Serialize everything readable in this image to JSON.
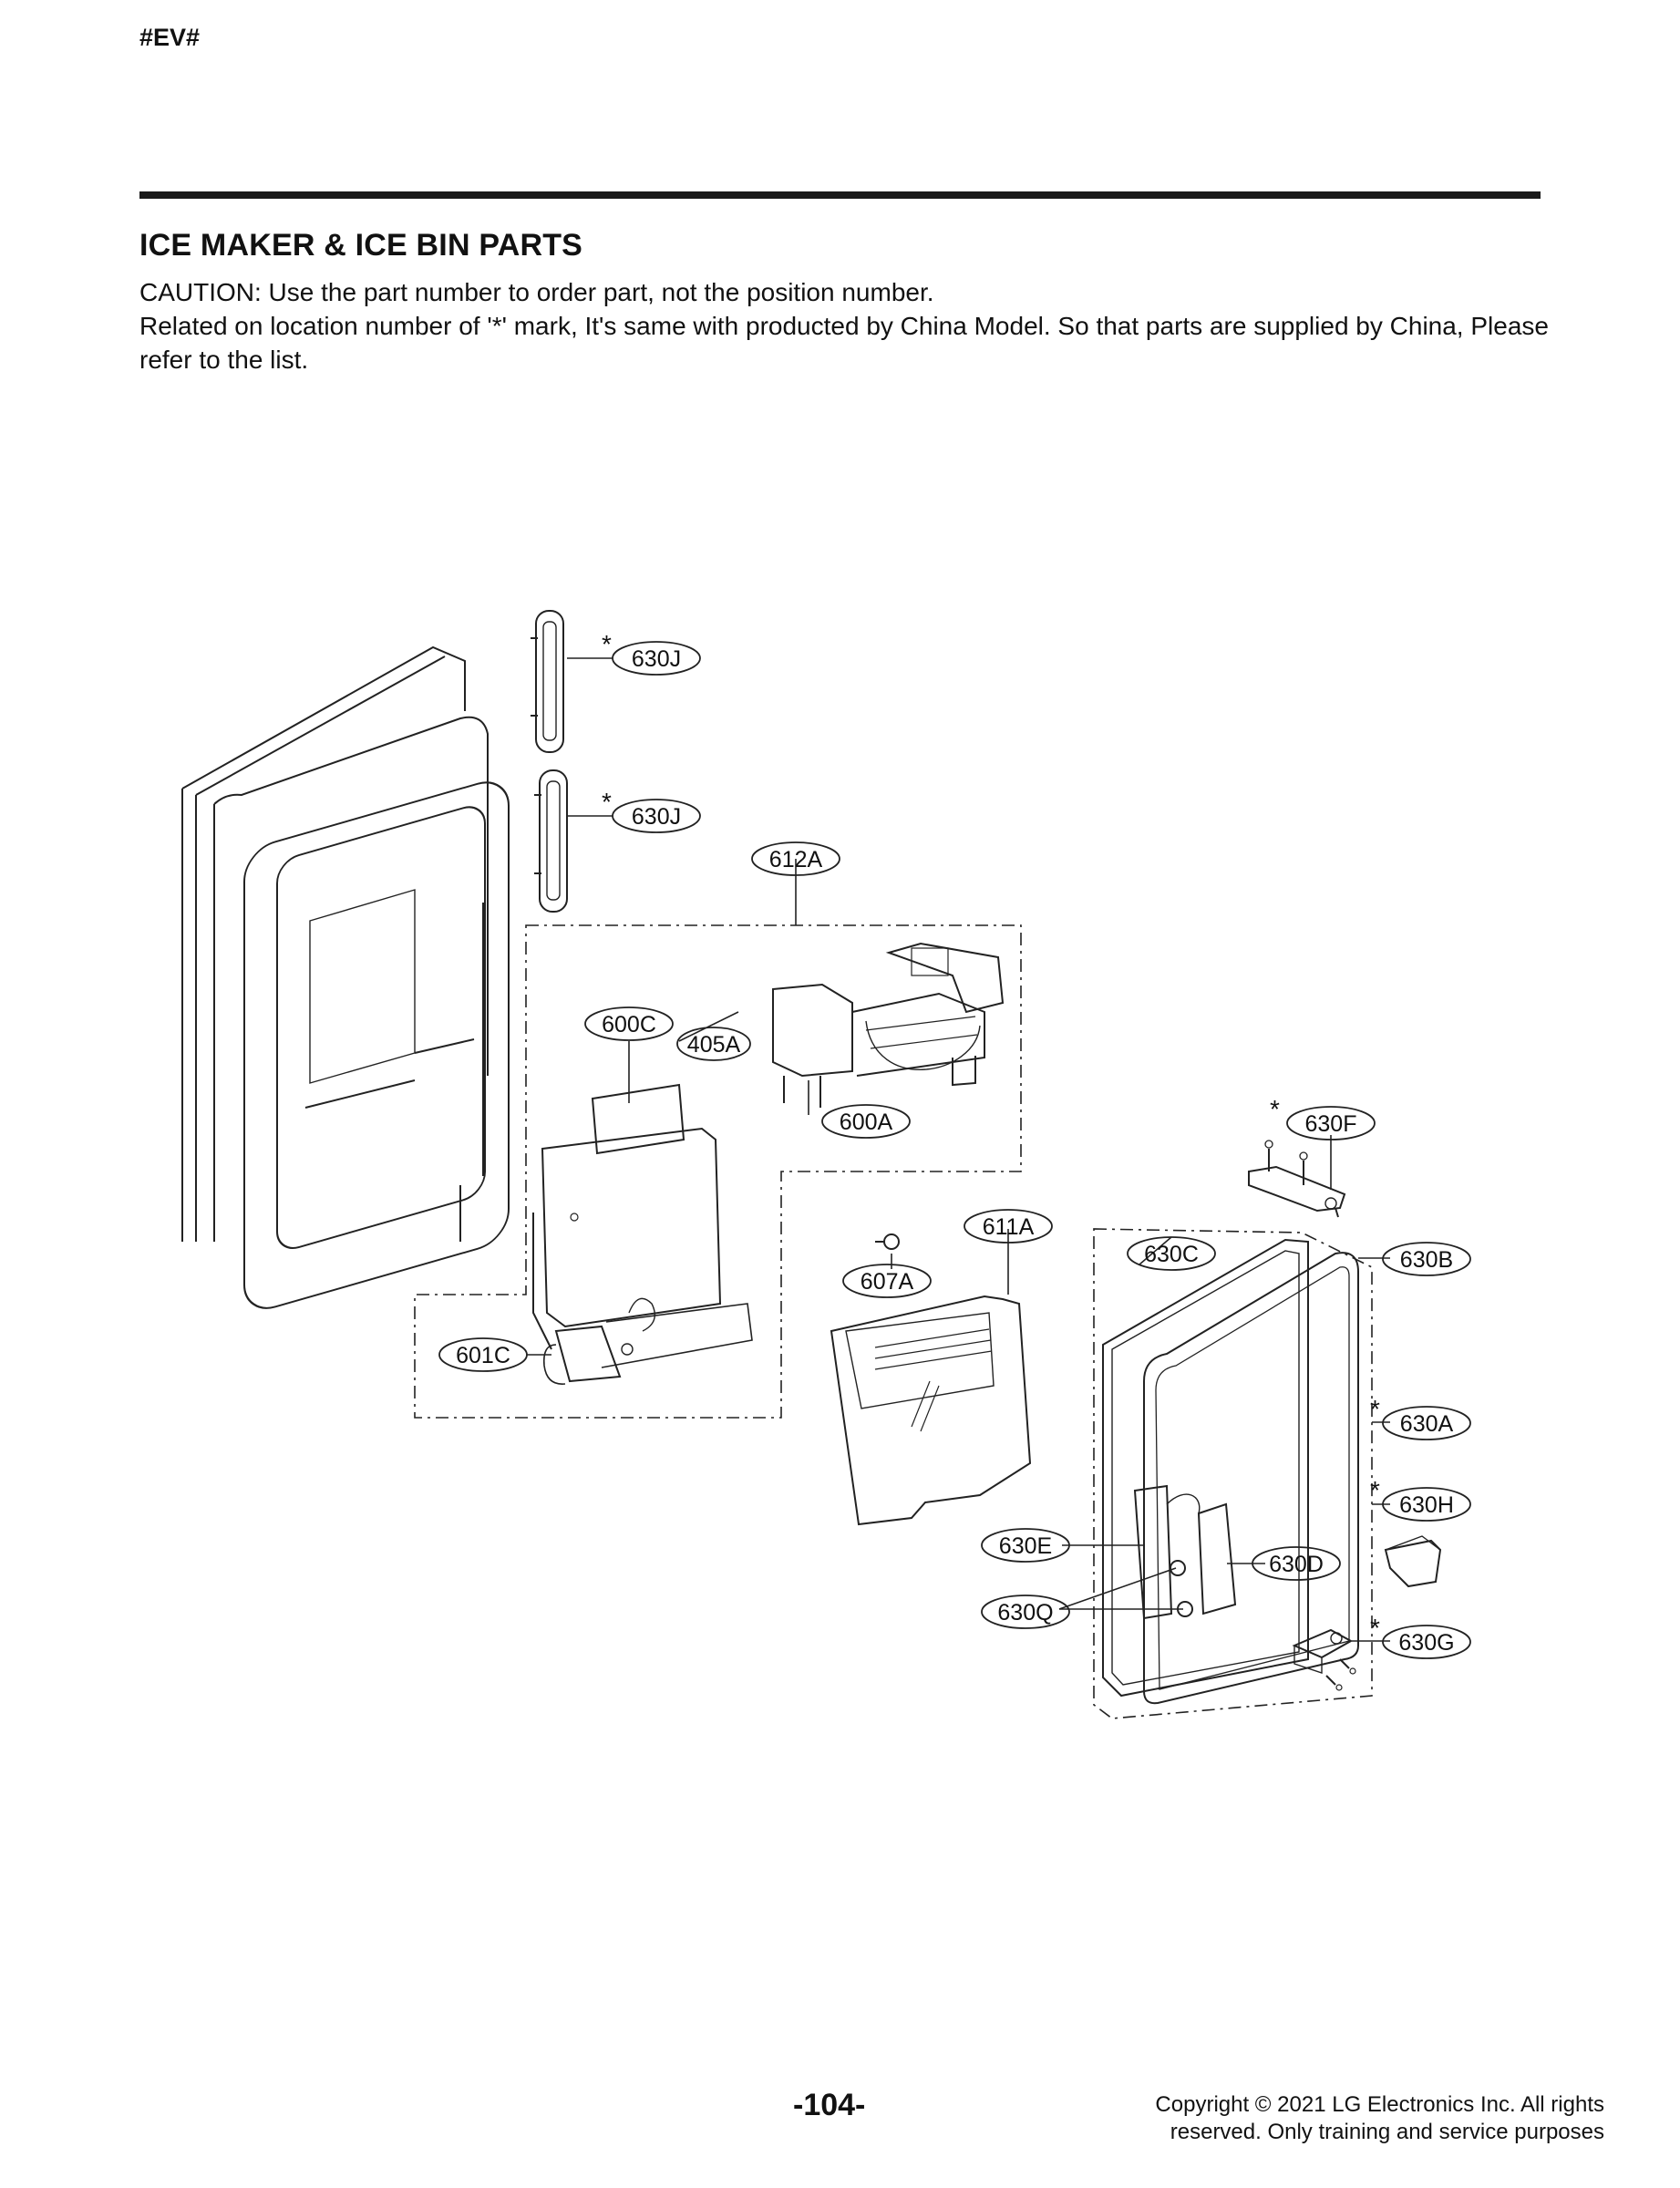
{
  "header": {
    "code": "#EV#"
  },
  "page": {
    "title": "ICE MAKER & ICE BIN PARTS",
    "caution_line1": "CAUTION: Use the part number to order part, not the position number.",
    "caution_line2": "Related on location number of '*' mark, It's same with producted by China Model. So that parts are supplied by China, Please refer to the list."
  },
  "diagram": {
    "china_marker": "*",
    "parts": [
      {
        "id": "630J",
        "china": true
      },
      {
        "id": "630J",
        "china": true
      },
      {
        "id": "612A",
        "china": false
      },
      {
        "id": "600C",
        "china": false
      },
      {
        "id": "405A",
        "china": false
      },
      {
        "id": "600A",
        "china": false
      },
      {
        "id": "601C",
        "china": false
      },
      {
        "id": "630F",
        "china": true
      },
      {
        "id": "611A",
        "china": false
      },
      {
        "id": "630C",
        "china": false
      },
      {
        "id": "630B",
        "china": false
      },
      {
        "id": "607A",
        "china": false
      },
      {
        "id": "630A",
        "china": true
      },
      {
        "id": "630H",
        "china": true
      },
      {
        "id": "630E",
        "china": false
      },
      {
        "id": "630D",
        "china": false
      },
      {
        "id": "630Q",
        "china": false
      },
      {
        "id": "630G",
        "china": true
      }
    ]
  },
  "footer": {
    "page_number": "-104-",
    "copyright_line1": "Copyright © 2021 LG Electronics Inc. All rights",
    "copyright_line2": "reserved. Only training and service purposes"
  }
}
